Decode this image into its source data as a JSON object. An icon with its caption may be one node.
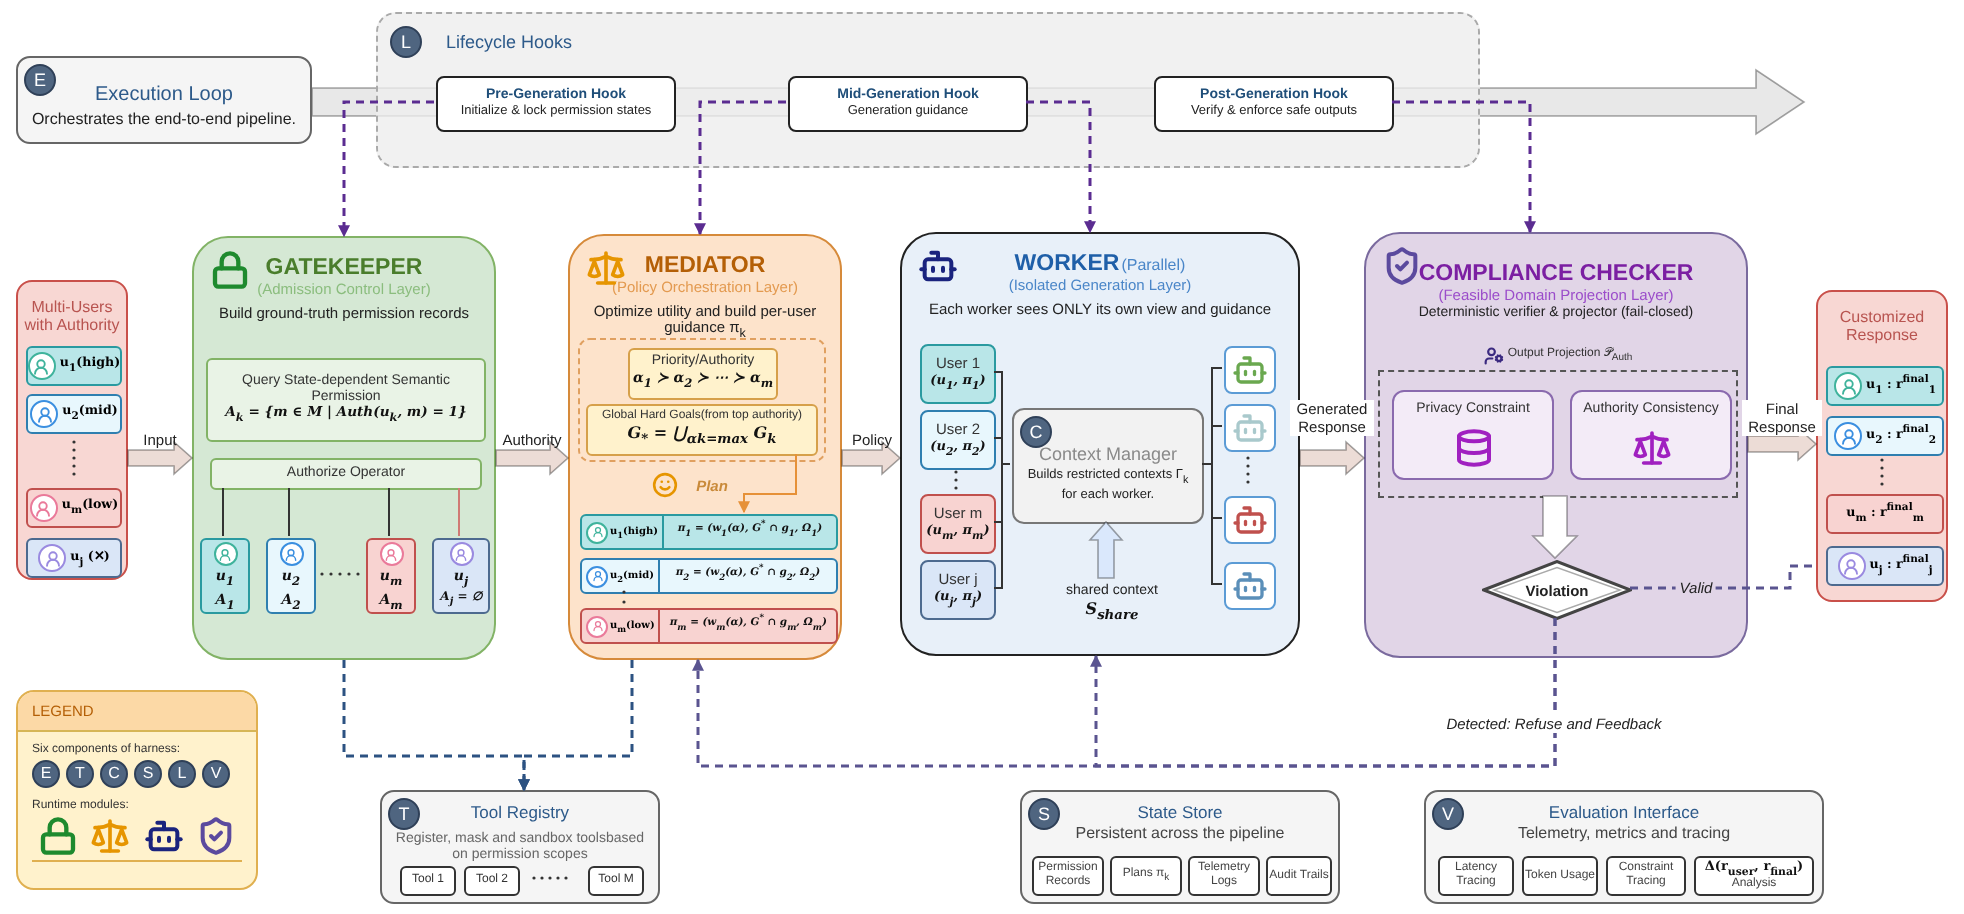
{
  "diagram": {
    "nodes": [
      {
        "text": [
          "E",
          "Execution Loop",
          "Orchestrates the end-to-end pipeline."
        ]
      },
      {
        "text": [
          "L",
          "Lifecycle Hooks"
        ]
      },
      {
        "text": [
          "Pre-Generation Hook",
          "Initialize & lock permission states"
        ],
        "in": 1
      },
      {
        "text": [
          "Mid-Generation Hook",
          "Generation guidance"
        ],
        "in": 1
      },
      {
        "text": [
          "Post-Generation Hook",
          "Verify & enforce safe outputs"
        ],
        "in": 1
      },
      {
        "text": [
          "Multi-Users with Authority"
        ]
      },
      {
        "text": [
          "u$_{1}$(high)"
        ],
        "in": 5
      },
      {
        "text": [
          "u$_{2}$(mid)"
        ],
        "in": 5
      },
      {
        "text": [
          "u$_{m}$(low)"
        ],
        "in": 5
      },
      {
        "text": [
          "u$_{j}$ (✕)"
        ],
        "in": 5
      },
      {
        "text": [
          "GATEKEEPER",
          "(Admission Control Layer)",
          "Build ground-truth permission records"
        ]
      },
      {
        "text": [
          "Query State-dependent Semantic Permission",
          "A$_{k}$ = {m ∈ M | Auth(u$_{k}$, m) = 1}"
        ],
        "in": 10
      },
      {
        "text": [
          "Authorize Operator"
        ],
        "in": 10
      },
      {
        "text": [
          "u$_{1}$",
          "A$_{1}$"
        ],
        "in": 10
      },
      {
        "text": [
          "u$_{2}$",
          "A$_{2}$"
        ],
        "in": 10
      },
      {
        "text": [
          "u$_{m}$",
          "A$_{m}$"
        ],
        "in": 10
      },
      {
        "text": [
          "u$_{j}$",
          "A$_{j}$ = ∅"
        ],
        "in": 10
      },
      {
        "text": [
          "MEDIATOR",
          "(Policy Orchestration Layer)",
          "Optimize utility and build per-user guidance π$_{k}$"
        ]
      },
      {
        "text": [
          "Priority/Authority",
          "α$_{1}$ ≻ α$_{2}$ ≻ ⋯ ≻ α$_{m}$"
        ],
        "in": 17
      },
      {
        "text": [
          "Global Hard Goals(from top authority)",
          "G$_{*}$ = ⋃$_{αk=max}$ G$_{k}$"
        ],
        "in": 17
      },
      {
        "text": [
          "u$_{1}$(high)",
          "π$_{1}$ = (w$_{1}$(α), G$^{*}$ ∩ g$_{1}$, Ω$_{1}$)"
        ],
        "in": 17
      },
      {
        "text": [
          "u$_{2}$(mid)",
          "π$_{2}$ = (w$_{2}$(α), G$^{*}$ ∩ g$_{2}$, Ω$_{2}$)"
        ],
        "in": 17
      },
      {
        "text": [
          "u$_{m}$(low)",
          "π$_{m}$ = (w$_{m}$(α), G$^{*}$ ∩ g$_{m}$, Ω$_{m}$)"
        ],
        "in": 17
      },
      {
        "text": [
          "WORKER",
          "(Parallel)",
          "(Isolated Generation Layer)",
          "Each worker sees ONLY its own view and guidance"
        ]
      },
      {
        "text": [
          "User 1",
          "(u$_{1}$, π$_{1}$)"
        ],
        "in": 23
      },
      {
        "text": [
          "User 2",
          "(u$_{2}$, π$_{2}$)"
        ],
        "in": 23
      },
      {
        "text": [
          "User m",
          "(u$_{m}$, π$_{m}$)"
        ],
        "in": 23
      },
      {
        "text": [
          "User j",
          "(u$_{j}$, π$_{j}$)"
        ],
        "in": 23
      },
      {
        "text": [
          "C",
          "Context Manager",
          "Builds restricted contexts Γ$_{k}$ for each worker."
        ],
        "in": 23
      },
      {
        "text": [],
        "shape": "box",
        "in": 23
      },
      {
        "text": [],
        "shape": "box",
        "in": 23
      },
      {
        "text": [],
        "shape": "box",
        "in": 23
      },
      {
        "text": [],
        "shape": "box",
        "in": 23
      },
      {
        "text": [
          "shared context",
          "S$_{share}$"
        ],
        "in": 23
      },
      {
        "text": [
          "COMPLIANCE CHECKER",
          "(Feasible Domain Projection Layer)",
          "Deterministic verifier & projector (fail-closed)"
        ]
      },
      {
        "text": [
          "Output Projection 𝒫$_{Auth}$"
        ],
        "in": 34
      },
      {
        "text": [
          "Privacy Constraint"
        ],
        "in": 35
      },
      {
        "text": [
          "Authority Consistency"
        ],
        "in": 35
      },
      {
        "text": [
          "Violation"
        ],
        "in": 34
      },
      {
        "text": [
          "Customized Response"
        ]
      },
      {
        "text": [
          "u$_{1}$ : r$^{final}$$_{1}$"
        ],
        "in": 39
      },
      {
        "text": [
          "u$_{2}$ : r$^{final}$$_{2}$"
        ],
        "in": 39
      },
      {
        "text": [
          "u$_{m}$ : r$^{final}$$_{m}$"
        ],
        "in": 39
      },
      {
        "text": [
          "u$_{j}$ : r$^{final}$$_{j}$"
        ],
        "in": 39
      },
      {
        "text": [
          "LEGEND",
          "Six components of harness:",
          "Runtime modules:"
        ]
      },
      {
        "text": [
          "T",
          "Tool Registry",
          "Register, mask and sandbox toolsbased on permission scopes"
        ]
      },
      {
        "text": [
          "Tool 1"
        ],
        "in": 45
      },
      {
        "text": [
          "Tool 2"
        ],
        "in": 45
      },
      {
        "text": [
          "Tool M"
        ],
        "in": 45
      },
      {
        "text": [
          "S",
          "State Store",
          "Persistent across the pipeline"
        ]
      },
      {
        "text": [
          "Permission Records"
        ],
        "in": 49
      },
      {
        "text": [
          "Plans π$_{k}$"
        ],
        "in": 49
      },
      {
        "text": [
          "Telemetry Logs"
        ],
        "in": 49
      },
      {
        "text": [
          "Audit Trails"
        ],
        "in": 49
      },
      {
        "text": [
          "V",
          "Evaluation Interface",
          "Telemetry, metrics and tracing"
        ]
      },
      {
        "text": [
          "Latency Tracing"
        ],
        "in": 54
      },
      {
        "text": [
          "Token Usage"
        ],
        "in": 54
      },
      {
        "text": [
          "Constraint Tracing"
        ],
        "in": 54
      },
      {
        "text": [
          "Δ(r$_{user}$, r$_{final}$)",
          "Analysis"
        ],
        "in": 54
      }
    ],
    "edges": [
      {
        "from": 0,
        "to": null,
        "arrow": "to",
        "style": "thick",
        "color": "#e8e8e8"
      },
      {
        "from": 2,
        "to": 10,
        "arrow": "to",
        "style": "dashed",
        "color": "#5b2c91"
      },
      {
        "from": 3,
        "to": 17,
        "arrow": "to",
        "style": "dashed",
        "color": "#5b2c91"
      },
      {
        "from": 3,
        "to": 23,
        "arrow": "to",
        "style": "dashed",
        "color": "#5b2c91"
      },
      {
        "from": 4,
        "to": 34,
        "arrow": "to",
        "style": "dashed",
        "color": "#5b2c91"
      },
      {
        "from": 5,
        "to": 10,
        "arrow": "to",
        "label": "Input",
        "style": "thick",
        "color": "#ecdcd6"
      },
      {
        "from": 10,
        "to": 17,
        "arrow": "to",
        "label": "Authority",
        "style": "thick",
        "color": "#ecdcd6"
      },
      {
        "from": 17,
        "to": 23,
        "arrow": "to",
        "label": "Policy",
        "style": "thick",
        "color": "#ecdcd6"
      },
      {
        "from": 23,
        "to": 34,
        "arrow": "to",
        "label": "Generated Response",
        "style": "thick",
        "color": "#ecdcd6"
      },
      {
        "from": 34,
        "to": 39,
        "arrow": "to",
        "label": "Final Response",
        "style": "thick",
        "color": "#ecdcd6"
      },
      {
        "from": 12,
        "to": 13,
        "arrow": "none"
      },
      {
        "from": 12,
        "to": 14,
        "arrow": "none"
      },
      {
        "from": 12,
        "to": 15,
        "arrow": "none"
      },
      {
        "from": 12,
        "to": 16,
        "arrow": "none",
        "color": "#d07a74"
      },
      {
        "from": 19,
        "to": 20,
        "arrow": "to",
        "label": "Plan",
        "color": "#e69138"
      },
      {
        "from": 24,
        "to": 28,
        "arrow": "none"
      },
      {
        "from": 25,
        "to": 28,
        "arrow": "none"
      },
      {
        "from": 26,
        "to": 28,
        "arrow": "none"
      },
      {
        "from": 27,
        "to": 28,
        "arrow": "none"
      },
      {
        "from": 28,
        "to": 29,
        "arrow": "none"
      },
      {
        "from": 28,
        "to": 30,
        "arrow": "none"
      },
      {
        "from": 28,
        "to": 31,
        "arrow": "none"
      },
      {
        "from": 28,
        "to": 32,
        "arrow": "none"
      },
      {
        "from": 33,
        "to": 28,
        "arrow": "to",
        "style": "thick",
        "color": "#dae8fc"
      },
      {
        "from": 35,
        "to": 38,
        "arrow": "to",
        "style": "thick",
        "color": "#ffffff"
      },
      {
        "from": 38,
        "to": 39,
        "arrow": "none",
        "label": "Valid",
        "style": "dashed",
        "color": "#5a5490"
      },
      {
        "from": 38,
        "to": 17,
        "arrow": "to",
        "label": "Detected: Refuse and Feedback",
        "style": "dashed",
        "color": "#5a5490"
      },
      {
        "from": 38,
        "to": 23,
        "arrow": "to",
        "style": "dashed",
        "color": "#5a5490"
      },
      {
        "from": 10,
        "to": 45,
        "arrow": "to",
        "style": "dashed",
        "color": "#2c5282"
      },
      {
        "from": 17,
        "to": 45,
        "arrow": "to",
        "style": "dashed",
        "color": "#2c5282"
      }
    ],
    "labels": [
      "E",
      "T",
      "C",
      "S",
      "L",
      "V"
    ]
  }
}
